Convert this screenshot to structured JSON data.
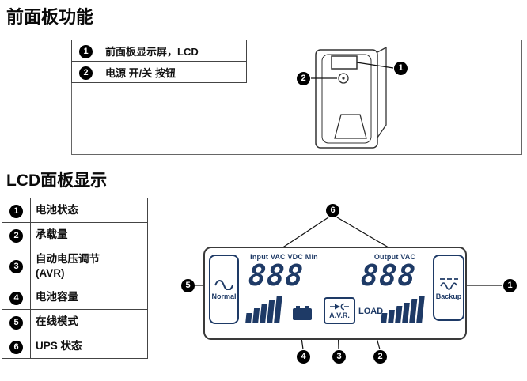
{
  "colors": {
    "lcd": "#1e3a66",
    "border": "#333333"
  },
  "section1": {
    "title": "前面板功能",
    "table": {
      "rows": [
        {
          "num": "1",
          "label": "前面板显示屏，LCD"
        },
        {
          "num": "2",
          "label": "电源 开/关 按钮"
        }
      ]
    },
    "callouts": {
      "display": "1",
      "power": "2"
    }
  },
  "section2": {
    "title": "LCD面板显示",
    "table": {
      "rows": [
        {
          "num": "1",
          "label": "电池状态"
        },
        {
          "num": "2",
          "label": "承载量"
        },
        {
          "num": "3",
          "label": "自动电压调节\n(AVR)"
        },
        {
          "num": "4",
          "label": "电池容量"
        },
        {
          "num": "5",
          "label": "在线模式"
        },
        {
          "num": "6",
          "label": "UPS 状态"
        }
      ]
    },
    "lcd": {
      "input_label": "Input VAC VDC Min",
      "input_value": "888",
      "output_label": "Output VAC",
      "output_value": "888",
      "normal_label": "Normal",
      "backup_label": "Backup",
      "avr_label": "A.V.R.",
      "load_label": "LOAD",
      "battery_capacity_bars": 5,
      "load_bars": 6,
      "callouts": {
        "battery_status": "1",
        "load": "2",
        "avr": "3",
        "battery_capacity": "4",
        "online_mode": "5",
        "ups_status": "6"
      }
    }
  }
}
